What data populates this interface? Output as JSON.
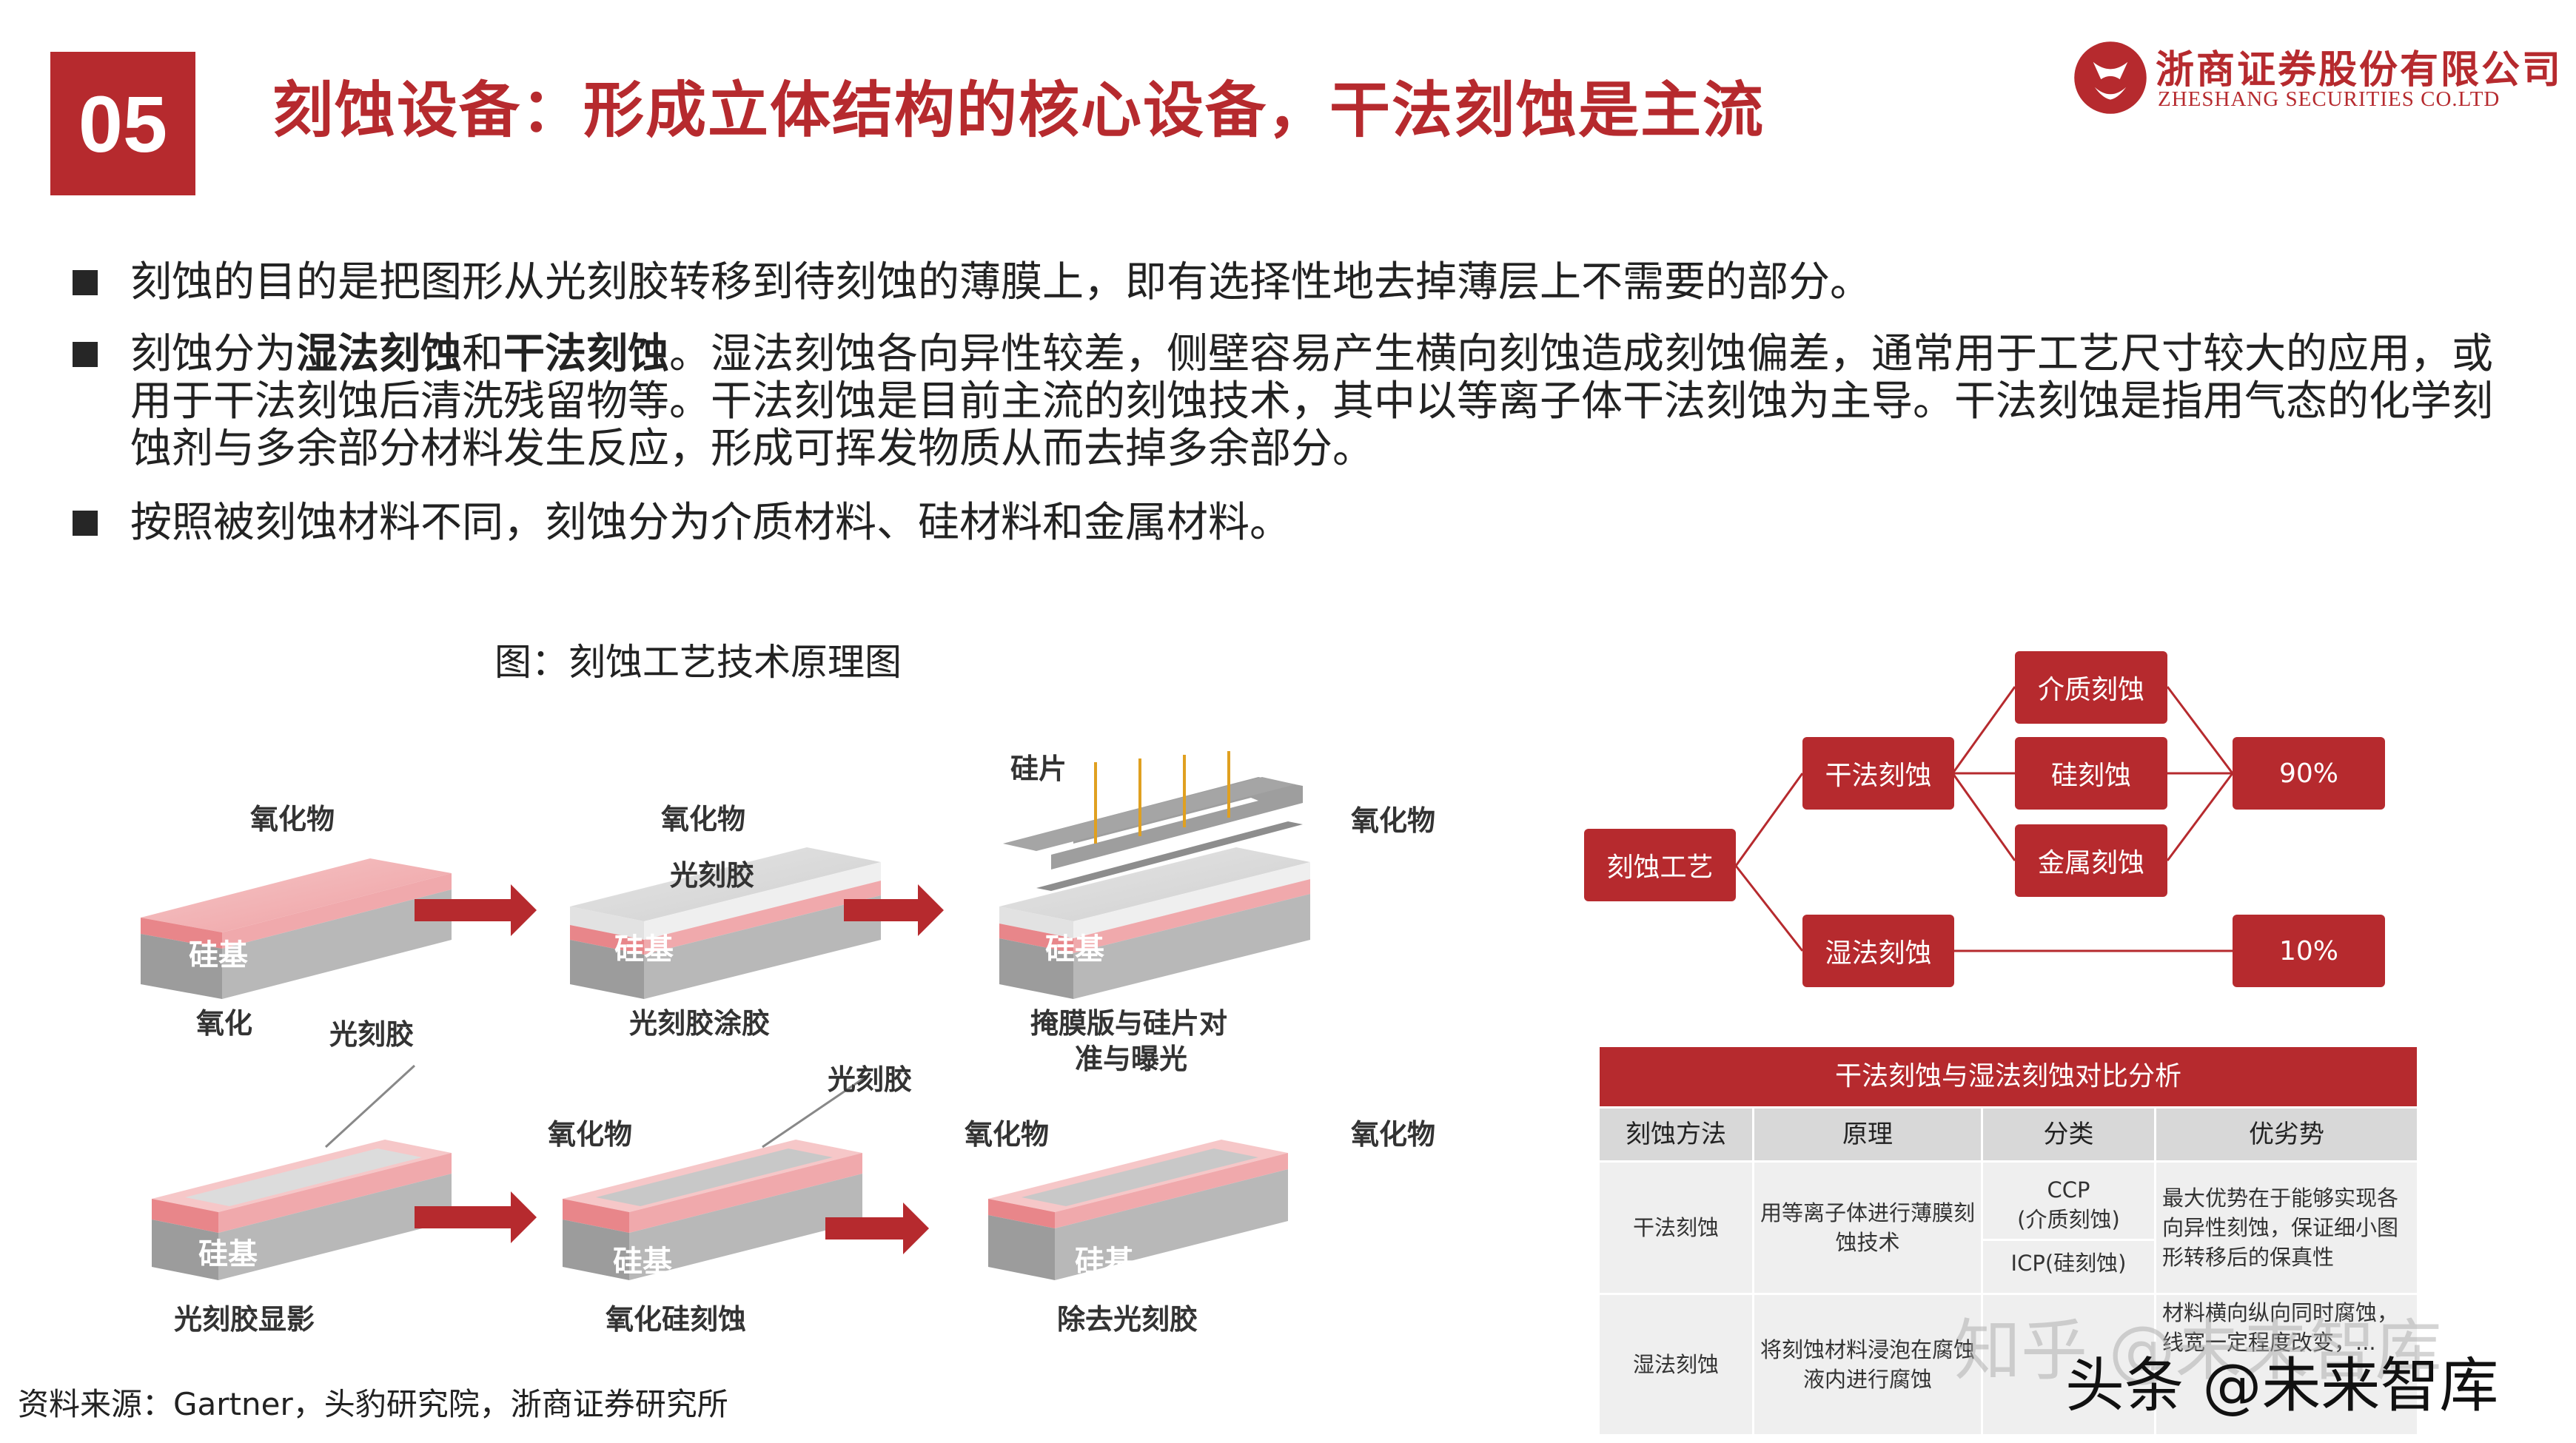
{
  "header": {
    "section_number": "05",
    "title": "刻蚀设备：形成立体结构的核心设备，干法刻蚀是主流",
    "company_cn": "浙商证券股份有限公司",
    "company_en": "ZHESHANG SECURITIES CO.LTD"
  },
  "bullets": [
    {
      "text": "刻蚀的目的是把图形从光刻胶转移到待刻蚀的薄膜上，即有选择性地去掉薄层上不需要的部分。"
    },
    {
      "prefix": "刻蚀分为",
      "bold1": "湿法刻蚀",
      "mid": "和",
      "bold2": "干法刻蚀",
      "rest": "。湿法刻蚀各向异性较差，侧壁容易产生横向刻蚀造成刻蚀偏差，通常用于工艺尺寸较大的应用，或用于干法刻蚀后清洗残留物等。干法刻蚀是目前主流的刻蚀技术，其中以等离子体干法刻蚀为主导。干法刻蚀是指用气态的化学刻蚀剂与多余部分材料发生反应，形成可挥发物质从而去掉多余部分。"
    },
    {
      "text": "按照被刻蚀材料不同，刻蚀分为介质材料、硅材料和金属材料。"
    }
  ],
  "figure": {
    "caption": "图：刻蚀工艺技术原理图",
    "labels": {
      "oxide": "氧化物",
      "photoresist": "光刻胶",
      "substrate": "硅基",
      "wafer": "硅片"
    },
    "steps": [
      "氧化",
      "光刻胶涂胶",
      "掩膜版与硅片对准与曝光",
      "光刻胶显影",
      "氧化硅刻蚀",
      "除去光刻胶"
    ],
    "step3_line2": "准与曝光",
    "step3_line1": "掩膜版与硅片对"
  },
  "tree": {
    "root": "刻蚀工艺",
    "dry": "干法刻蚀",
    "wet": "湿法刻蚀",
    "dielectric": "介质刻蚀",
    "silicon": "硅刻蚀",
    "metal": "金属刻蚀",
    "dry_share": "90%",
    "wet_share": "10%"
  },
  "table": {
    "title": "干法刻蚀与湿法刻蚀对比分析",
    "headers": [
      "刻蚀方法",
      "原理",
      "分类",
      "优劣势"
    ],
    "rows": [
      {
        "method": "干法刻蚀",
        "principle": "用等离子体进行薄膜刻蚀技术",
        "class_a": "CCP",
        "class_a2": "(介质刻蚀)",
        "class_b": "ICP(硅刻蚀)",
        "pros": "最大优势在于能够实现各向异性刻蚀，保证细小图形转移后的保真性"
      },
      {
        "method": "湿法刻蚀",
        "principle": "将刻蚀材料浸泡在腐蚀液内进行腐蚀",
        "class_a": "",
        "pros": "材料横向纵向同时腐蚀，线宽一定程度改变，..."
      }
    ]
  },
  "source": "资料来源：Gartner，头豹研究院，浙商证券研究所",
  "watermark": {
    "zhihu": "知乎 @未来智库",
    "toutiao": "头条 @未来智库"
  },
  "colors": {
    "brand_red": "#b62a2e",
    "pink": "#f2b2b5",
    "gray": "#a9a9a9"
  }
}
